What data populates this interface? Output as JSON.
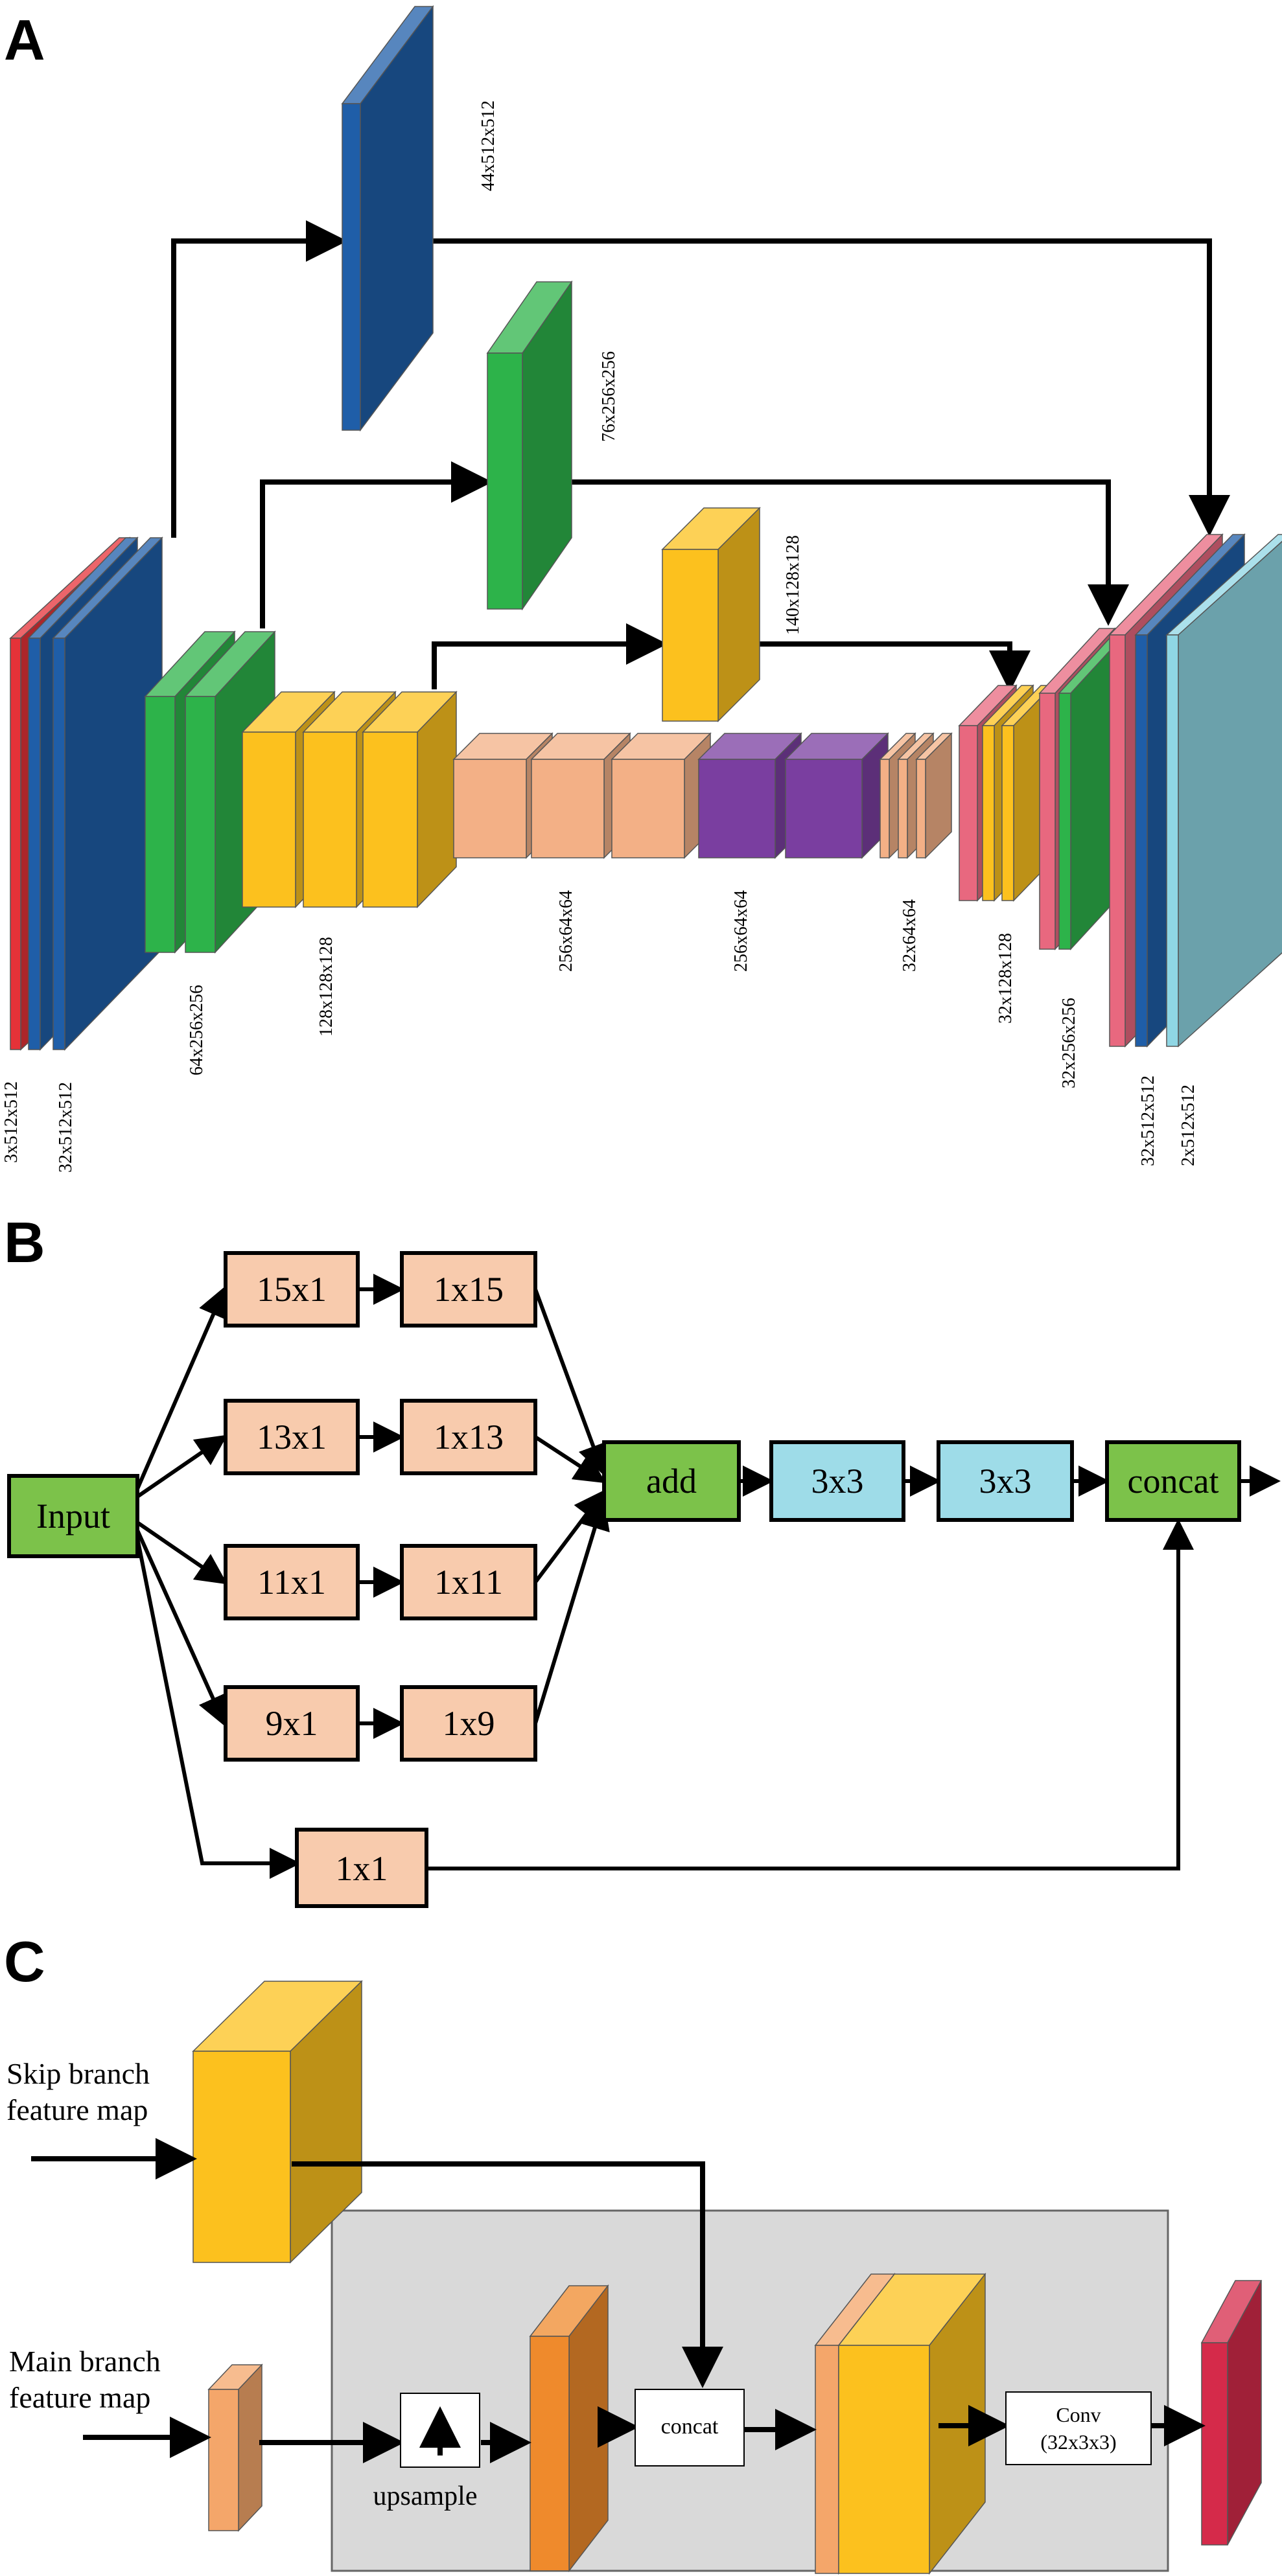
{
  "panels": {
    "a": {
      "letter": "A",
      "labels": {
        "l3x512": "3x512x512",
        "l32x512_in": "32x512x512",
        "l64": "64x256x256",
        "l128": "128x128x128",
        "l256a": "256x64x64",
        "l256b": "256x64x64",
        "l32x64": "32x64x64",
        "l32x128": "32x128x128",
        "l32x256": "32x256x256",
        "l32x512_out": "32x512x512",
        "l2x512": "2x512x512",
        "l44": "44x512x512",
        "l76": "76x256x256",
        "l140": "140x128x128"
      }
    },
    "b": {
      "letter": "B",
      "nodes": {
        "input": "Input",
        "n15x1": "15x1",
        "n1x15": "1x15",
        "n13x1": "13x1",
        "n1x13": "1x13",
        "n11x1": "11x1",
        "n1x11": "1x11",
        "n9x1": "9x1",
        "n1x9": "1x9",
        "n1x1": "1x1",
        "add": "add",
        "c3x3a": "3x3",
        "c3x3b": "3x3",
        "concat": "concat"
      }
    },
    "c": {
      "letter": "C",
      "skip_label": [
        "Skip branch",
        "feature map"
      ],
      "main_label": [
        "Main branch",
        "feature map"
      ],
      "upsample": "upsample",
      "concat": "concat",
      "conv": [
        "Conv",
        "(32x3x3)"
      ]
    }
  },
  "colors": {
    "red": "#e53238",
    "blue": "#1f5ea8",
    "green": "#2db34a",
    "yellow": "#fcc11e",
    "peach": "#f3b086",
    "purple": "#7a3ea0",
    "pink": "#e8687f",
    "cyan": "#8fd6e4",
    "b_node_green": "#7cc24a",
    "b_node_peach": "#f8cbad",
    "b_node_cyan": "#9edce8",
    "c_orange": "#ef8a2c",
    "c_light_orange": "#f4a66a",
    "c_crimson": "#d52a4a",
    "c_panel_gray": "#d9d9d9"
  }
}
